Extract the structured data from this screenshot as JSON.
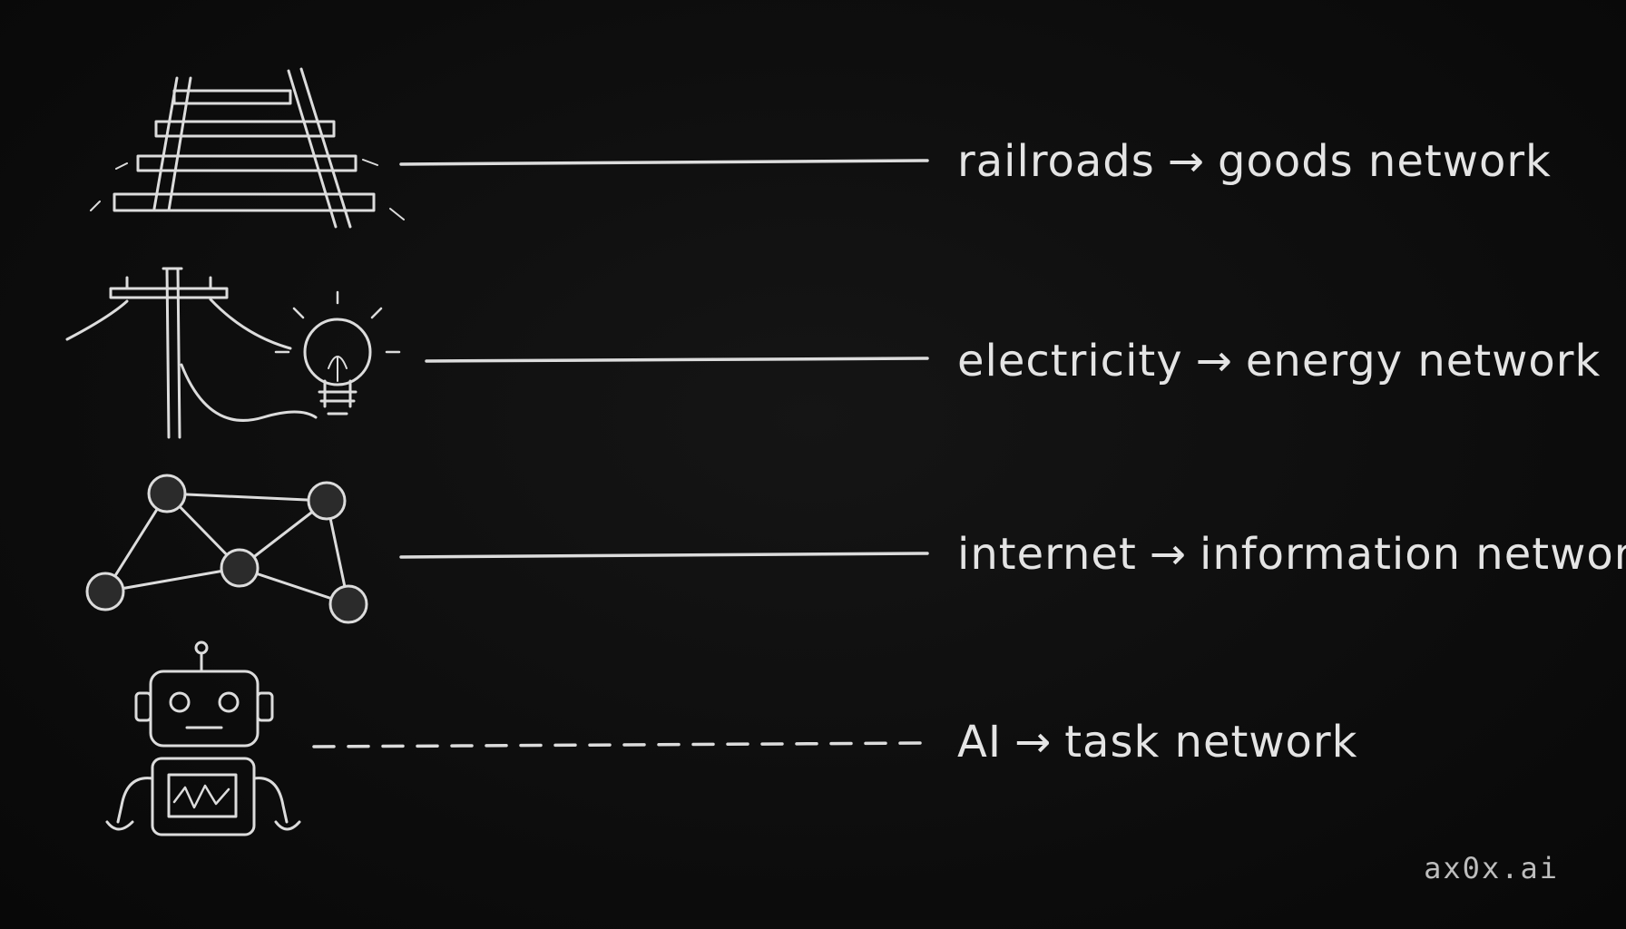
{
  "rows": [
    {
      "source": "railroads",
      "arrow": "→",
      "network": "goods network",
      "icon": "railroad-tracks-icon",
      "connector": "solid"
    },
    {
      "source": "electricity",
      "arrow": "→",
      "network": "energy network",
      "icon": "power-pole-lightbulb-icon",
      "connector": "solid"
    },
    {
      "source": "internet",
      "arrow": "→",
      "network": "information network",
      "icon": "network-graph-icon",
      "connector": "solid"
    },
    {
      "source": "AI",
      "arrow": "→",
      "network": "task network",
      "icon": "robot-icon",
      "connector": "dashed"
    }
  ],
  "brand": "ax0x.ai",
  "colors": {
    "background": "#0b0b0b",
    "chalk": "#e4e4e4"
  }
}
